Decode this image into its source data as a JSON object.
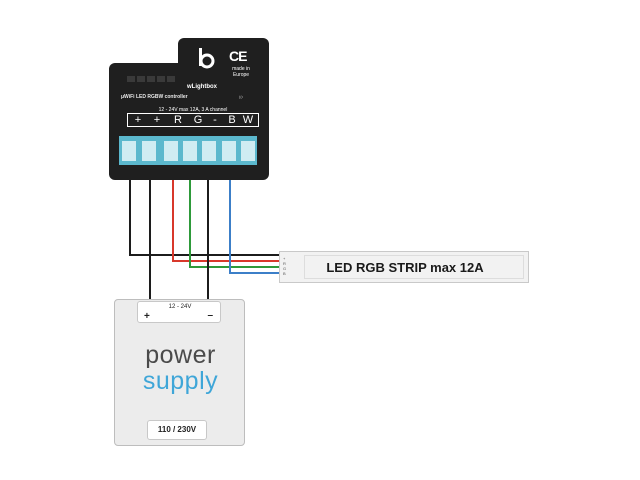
{
  "controller": {
    "ce_mark": "CE",
    "made_in": "made in Europe",
    "brand": "wLightbox",
    "title": "μWiFi LED RGBW controller",
    "spec": "12 - 24V max 12A, 3 A channel",
    "terminals": [
      "+",
      "+",
      "R",
      "G",
      "-",
      "B",
      "W"
    ]
  },
  "strip": {
    "label": "LED RGB  STRIP max 12A",
    "pins": [
      "+",
      "R",
      "G",
      "B"
    ]
  },
  "power_supply": {
    "voltage_label": "12 - 24V",
    "plus": "+",
    "minus": "–",
    "title_line1": "power",
    "title_line2": "supply",
    "ac_label": "110 / 230V"
  },
  "colors": {
    "wire_black": "#1c1c1c",
    "wire_red": "#d8382b",
    "wire_green": "#2e9a3a",
    "wire_blue": "#3c7fc8",
    "terminal_block": "#5bb8cd",
    "psu_accent": "#3fa6d8"
  }
}
